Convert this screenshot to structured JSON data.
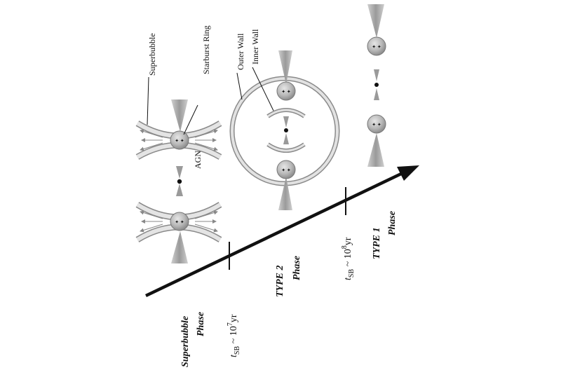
{
  "labels": {
    "superbubble": "Superbubble",
    "starburst_ring": "Starburst Ring",
    "agn": "AGN",
    "outer_wall": "Outer Wall",
    "inner_wall": "Inner Wall"
  },
  "phases": {
    "superbubble": [
      "Superbubble",
      "Phase"
    ],
    "type2": [
      "TYPE 2",
      "Phase"
    ],
    "type1": [
      "TYPE 1",
      "Phase"
    ]
  },
  "times": {
    "t1": {
      "prefix": "t",
      "sub": "SB",
      "mid": " ~ 10",
      "sup": "7",
      "suffix": "yr"
    },
    "t2": {
      "prefix": "t",
      "sub": "SB",
      "mid": " ~ 10",
      "sup": "8",
      "suffix": "yr"
    }
  },
  "colors": {
    "ink": "#111111",
    "ring_fill": "#bdbdbd",
    "ring_edge": "#7a7a7a",
    "cone_fill": "#a8a8a8",
    "wall_fill": "#d9d9d9",
    "wall_edge": "#8a8a8a"
  }
}
